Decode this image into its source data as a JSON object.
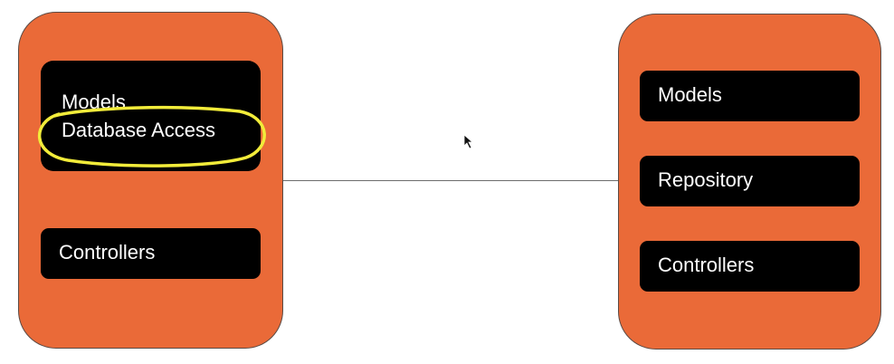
{
  "left_app": {
    "models_label": "Models",
    "database_access_label": "Database Access",
    "controllers_label": "Controllers"
  },
  "right_app": {
    "models_label": "Models",
    "repository_label": "Repository",
    "controllers_label": "Controllers"
  },
  "colors": {
    "panel": "#ea6a38",
    "block": "#000000",
    "highlight": "#f2ec3a",
    "connector": "#6d6d6d"
  },
  "icons": {
    "cursor": "mouse-pointer-icon"
  }
}
